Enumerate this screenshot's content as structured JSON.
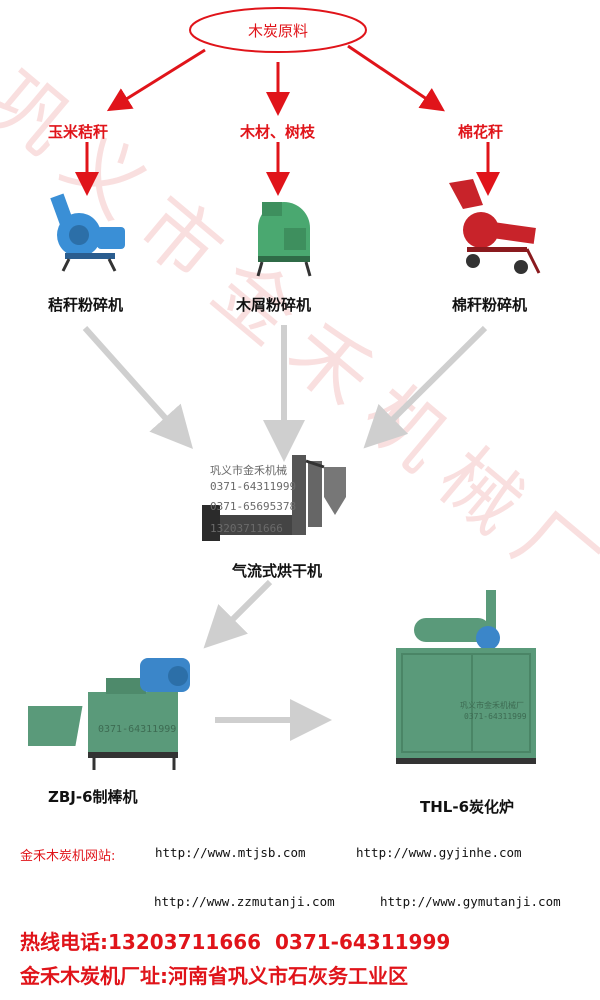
{
  "root": {
    "label": "木炭原料"
  },
  "raw_materials": [
    {
      "label": "玉米秸秆"
    },
    {
      "label": "木材、树枝"
    },
    {
      "label": "棉花秆"
    }
  ],
  "crushers": [
    {
      "label": "秸秆粉碎机"
    },
    {
      "label": "木屑粉碎机"
    },
    {
      "label": "棉秆粉碎机"
    }
  ],
  "dryer": {
    "label": "气流式烘干机",
    "overlay_lines": [
      "巩义市金禾机械",
      "0371-64311999",
      "0371-65695378",
      "13203711666"
    ]
  },
  "briquette_machine": {
    "label": "ZBJ-6制棒机",
    "plate_text": "0371-64311999"
  },
  "furnace": {
    "label": "THL-6炭化炉",
    "plate_line1": "巩义市金禾机械厂",
    "plate_line2": "0371-64311999"
  },
  "watermark": "巩义市金禾机械厂",
  "footer": {
    "site_label": "金禾木炭机网站:",
    "urls": [
      "http://www.mtjsb.com",
      "http://www.gyjinhe.com",
      "http://www.zzmutanji.com",
      "http://www.gymutanji.com"
    ],
    "hotline": "热线电话:13203711666  0371-64311999",
    "address": "金禾木炭机厂址:河南省巩义市石灰务工业区"
  },
  "colors": {
    "accent_red": "#e0141a",
    "flow_gray": "#cfcfcf",
    "machine_green": "#5a9a7a",
    "machine_blue": "#3a8fd6"
  }
}
